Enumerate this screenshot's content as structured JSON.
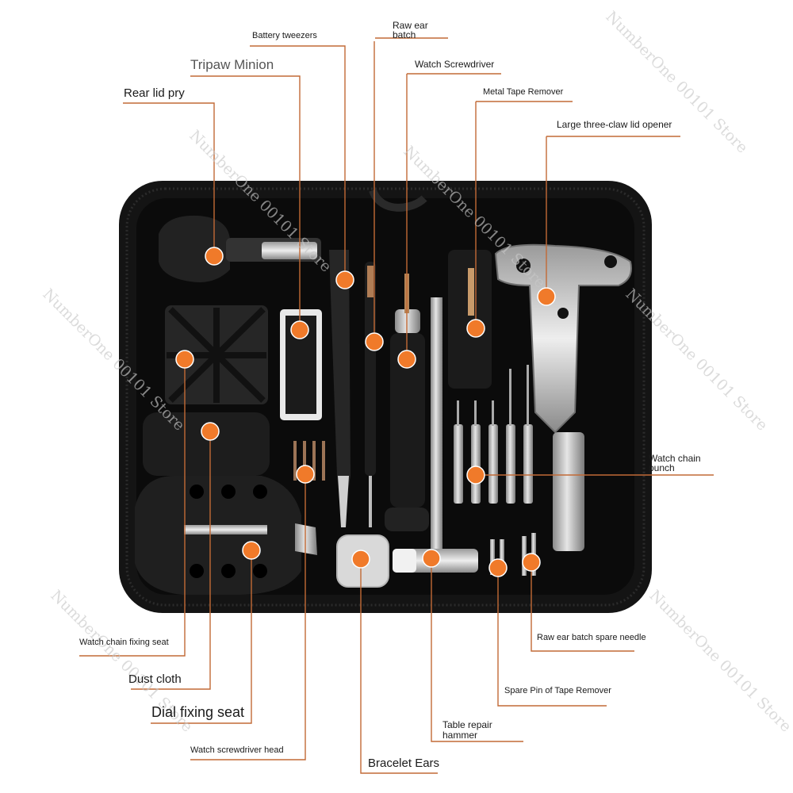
{
  "watermark": "NumberOne 00101 Store",
  "accent_color": "#f07a2a",
  "line_color": "#c26a36",
  "labels": {
    "battery_tweezers": "Battery tweezers",
    "raw_ear_batch_1": "Raw ear",
    "raw_ear_batch_2": "batch",
    "watch_screwdriver": "Watch Screwdriver",
    "tripaw_minion": "Tripaw Minion",
    "metal_tape_remover": "Metal Tape Remover",
    "rear_lid_pry": "Rear lid pry",
    "large_three_claw": "Large three-claw lid opener",
    "watch_chain_punch_1": "Watch chain",
    "watch_chain_punch_2": "punch",
    "watch_chain_fixing_seat": "Watch chain fixing seat",
    "raw_ear_batch_spare_needle": "Raw ear batch spare needle",
    "dust_cloth": "Dust cloth",
    "spare_pin_tape_remover": "Spare Pin of Tape Remover",
    "dial_fixing_seat": "Dial fixing seat",
    "table_repair_hammer_1": "Table repair",
    "table_repair_hammer_2": "hammer",
    "watch_screwdriver_head": "Watch screwdriver head",
    "bracelet_ears": "Bracelet Ears"
  }
}
